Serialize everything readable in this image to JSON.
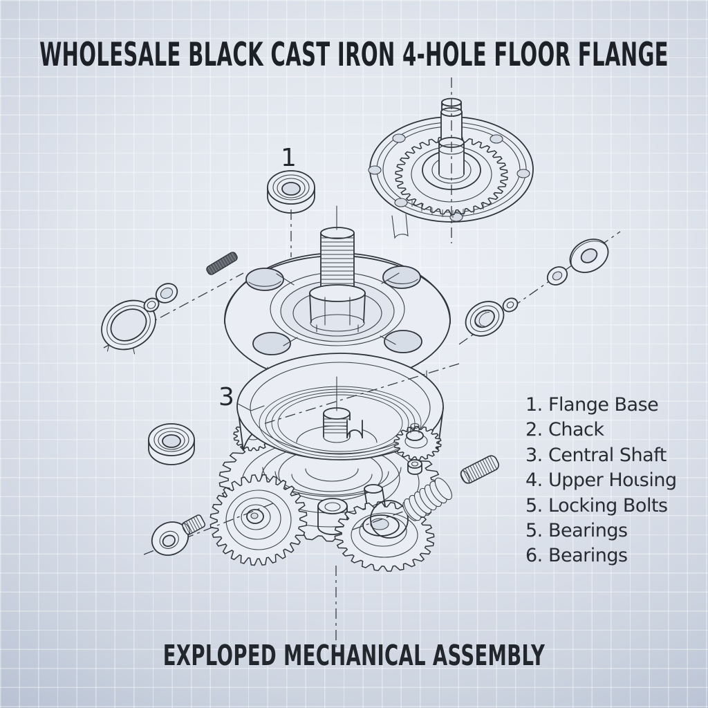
{
  "title": "WHOLESALE BLACK CAST IRON 4-HOLE FLOOR FLANGE",
  "footer": "EXPLOPED MECHANICAL ASSEMBLY",
  "callouts": {
    "one": "1",
    "three": "3"
  },
  "parts_list": {
    "items": [
      {
        "num": "1.",
        "label": "Flange Base"
      },
      {
        "num": "2.",
        "label": "Chack"
      },
      {
        "num": "3.",
        "label": "Central Shaft"
      },
      {
        "num": "4.",
        "label": "Upper Hoιsing"
      },
      {
        "num": "5.",
        "label": "Locking Bolts"
      },
      {
        "num": "5.",
        "label": "Bearings"
      },
      {
        "num": "6.",
        "label": "Bearings"
      }
    ]
  },
  "colors": {
    "ink": "#2f343c",
    "paper": "#d9dfe9",
    "grid": "#ffffff",
    "title_ink": "#1d2127"
  }
}
